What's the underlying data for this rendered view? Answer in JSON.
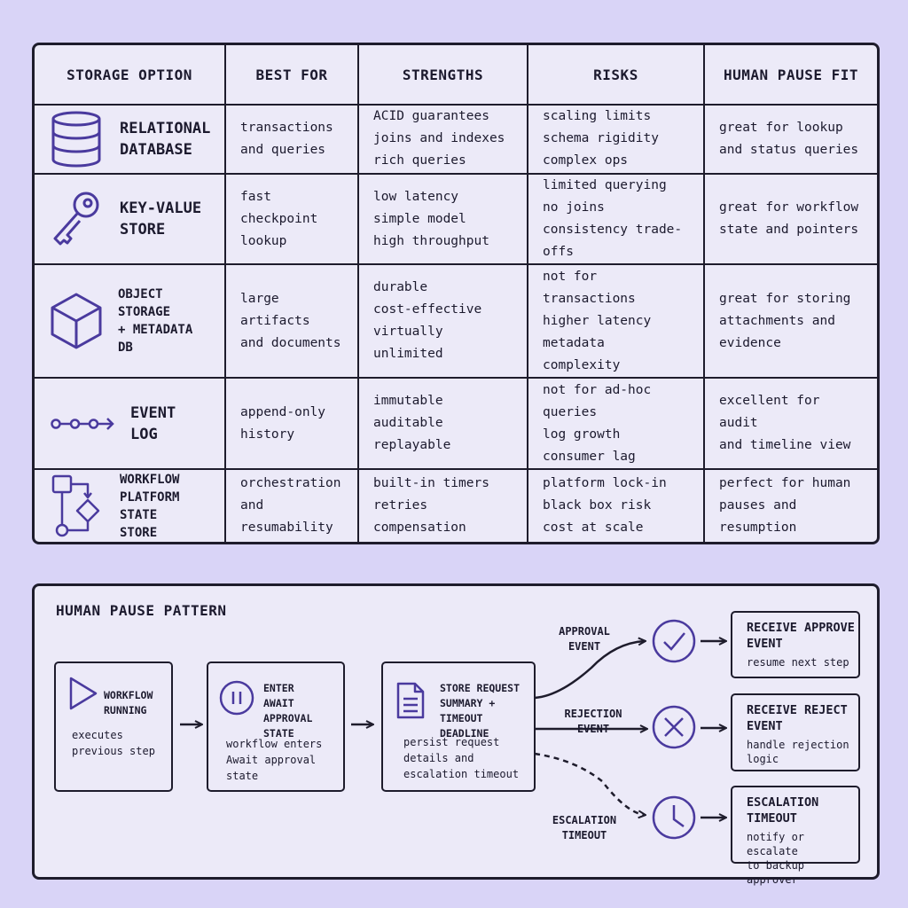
{
  "table": {
    "headers": [
      "STORAGE OPTION",
      "BEST FOR",
      "STRENGTHS",
      "RISKS",
      "HUMAN PAUSE FIT"
    ],
    "rows": [
      {
        "icon": "database-icon",
        "name": "RELATIONAL\nDATABASE",
        "best_for": [
          "transactions",
          "and queries"
        ],
        "strengths": [
          "ACID guarantees",
          "joins and indexes",
          "rich queries"
        ],
        "risks": [
          "scaling limits",
          "schema rigidity",
          "complex ops"
        ],
        "fit": [
          "great for lookup",
          "and status queries"
        ]
      },
      {
        "icon": "key-icon",
        "name": "KEY-VALUE\nSTORE",
        "best_for": [
          "fast checkpoint",
          "lookup"
        ],
        "strengths": [
          "low latency",
          "simple model",
          "high throughput"
        ],
        "risks": [
          "limited querying",
          "no joins",
          "consistency trade-offs"
        ],
        "fit": [
          "great for workflow",
          "state and pointers"
        ]
      },
      {
        "icon": "cube-icon",
        "name": "OBJECT STORAGE\n+ METADATA DB",
        "best_for": [
          "large artifacts",
          "and documents"
        ],
        "strengths": [
          "durable",
          "cost-effective",
          "virtually unlimited"
        ],
        "risks": [
          "not for transactions",
          "higher latency",
          "metadata complexity"
        ],
        "fit": [
          "great for storing",
          "attachments and",
          "evidence"
        ]
      },
      {
        "icon": "event-chain-icon",
        "name": "EVENT LOG",
        "best_for": [
          "append-only",
          "history"
        ],
        "strengths": [
          "immutable",
          "auditable",
          "replayable"
        ],
        "risks": [
          "not for ad-hoc queries",
          "log growth",
          "consumer lag"
        ],
        "fit": [
          "excellent for audit",
          "and timeline view"
        ]
      },
      {
        "icon": "workflow-icon",
        "name": "WORKFLOW\nPLATFORM STATE\nSTORE",
        "best_for": [
          "orchestration",
          "and resumability"
        ],
        "strengths": [
          "built-in timers",
          "retries",
          "compensation"
        ],
        "risks": [
          "platform lock-in",
          "black box risk",
          "cost at scale"
        ],
        "fit": [
          "perfect for human",
          "pauses and",
          "resumption"
        ]
      }
    ]
  },
  "flow": {
    "title": "HUMAN PAUSE PATTERN",
    "steps": [
      {
        "icon": "play-icon",
        "title": "WORKFLOW\nRUNNING",
        "desc": "executes\nprevious step"
      },
      {
        "icon": "pause-icon",
        "title": "ENTER\nAWAIT APPROVAL\nSTATE",
        "desc": "workflow enters\nAwait approval\nstate"
      },
      {
        "icon": "document-icon",
        "title": "STORE REQUEST\nSUMMARY +\nTIMEOUT DEADLINE",
        "desc": "persist request\ndetails and\nescalation timeout"
      }
    ],
    "events": [
      {
        "label": "APPROVAL\nEVENT",
        "icon": "check-icon"
      },
      {
        "label": "REJECTION\nEVENT",
        "icon": "x-icon"
      },
      {
        "label": "ESCALATION\nTIMEOUT",
        "icon": "clock-icon"
      }
    ],
    "results": [
      {
        "title": "RECEIVE APPROVE\nEVENT",
        "desc": "resume next step"
      },
      {
        "title": "RECEIVE REJECT\nEVENT",
        "desc": "handle rejection\nlogic"
      },
      {
        "title": "ESCALATION\nTIMEOUT",
        "desc": "notify or escalate\nto backup approver"
      }
    ]
  },
  "colors": {
    "accent": "#4a3a9e",
    "ink": "#1e1c2c",
    "background": "#d9d4f7",
    "panel": "#eceaf8"
  }
}
